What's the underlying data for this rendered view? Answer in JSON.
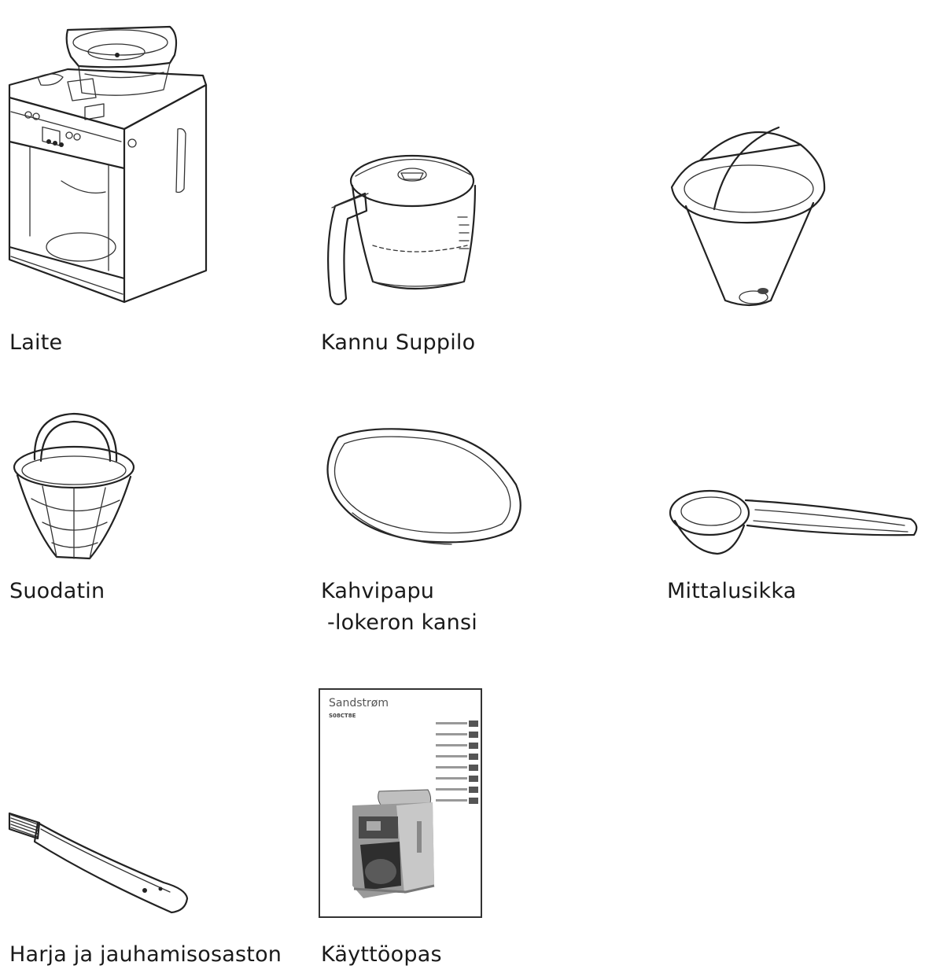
{
  "labels": {
    "laite": "Laite",
    "kannu_suppilo": "Kannu Suppilo",
    "suodatin": "Suodatin",
    "kahvipapu_line1": "Kahvipapu",
    "kahvipapu_line2": "-lokeron kansi",
    "mittalusikka": "Mittalusikka",
    "harja": "Harja ja jauhamisosaston",
    "kayttoopas": "Käyttöopas"
  },
  "manual_cover": {
    "brand": "Sandstrøm",
    "model": "S08CT8E"
  }
}
